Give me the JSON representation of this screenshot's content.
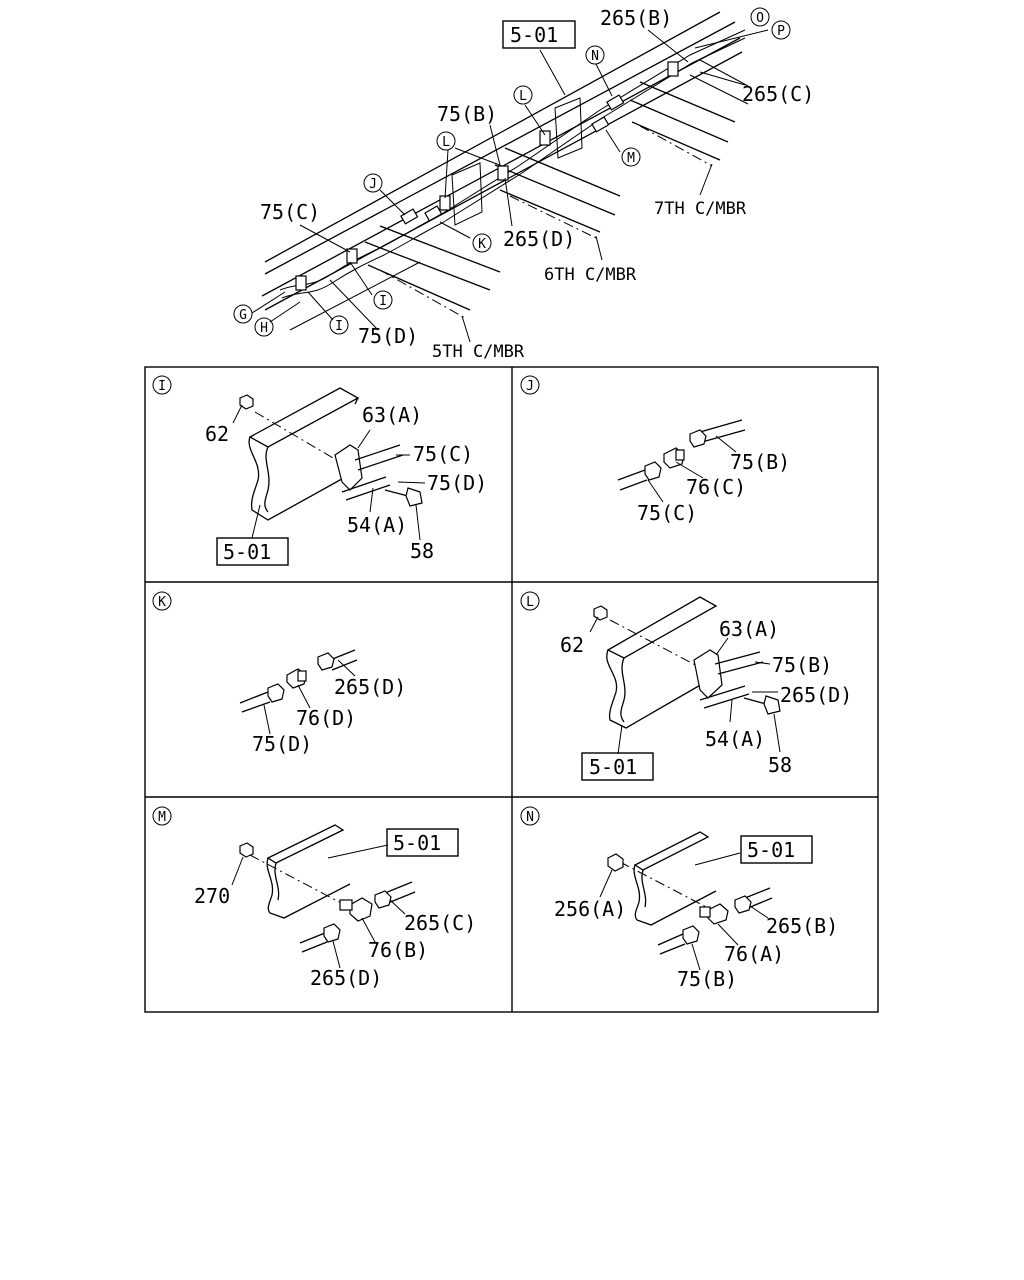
{
  "overview": {
    "ref": "5-01",
    "labels": {
      "p265B": "265(B)",
      "p265C": "265(C)",
      "p75B": "75(B)",
      "p75C": "75(C)",
      "p75D": "75(D)",
      "p265D": "265(D)",
      "mbr7": "7TH C/MBR",
      "mbr6": "6TH C/MBR",
      "mbr5": "5TH C/MBR"
    },
    "callouts": [
      "O",
      "P",
      "N",
      "L",
      "M",
      "L",
      "J",
      "K",
      "G",
      "H",
      "I",
      "I"
    ]
  },
  "panels": [
    {
      "id": "I",
      "ref": "5-01",
      "labels": [
        "62",
        "63(A)",
        "75(C)",
        "75(D)",
        "54(A)",
        "58"
      ]
    },
    {
      "id": "J",
      "labels": [
        "75(B)",
        "76(C)",
        "75(C)"
      ]
    },
    {
      "id": "K",
      "labels": [
        "265(D)",
        "76(D)",
        "75(D)"
      ]
    },
    {
      "id": "L",
      "ref": "5-01",
      "labels": [
        "62",
        "63(A)",
        "75(B)",
        "265(D)",
        "54(A)",
        "58"
      ]
    },
    {
      "id": "M",
      "ref": "5-01",
      "labels": [
        "270",
        "265(C)",
        "76(B)",
        "265(D)"
      ]
    },
    {
      "id": "N",
      "ref": "5-01",
      "labels": [
        "256(A)",
        "265(B)",
        "76(A)",
        "75(B)"
      ]
    }
  ]
}
